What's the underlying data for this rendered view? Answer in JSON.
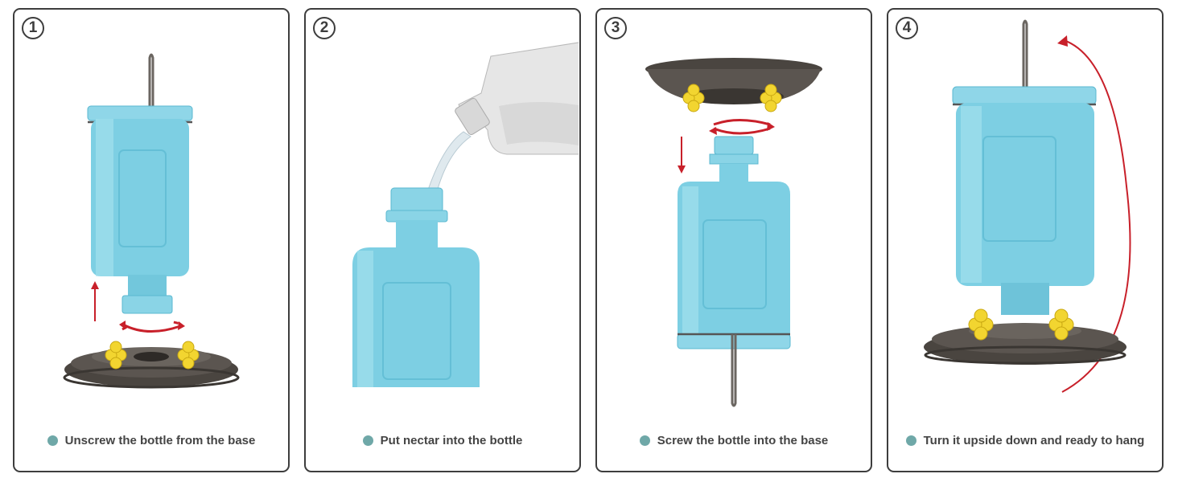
{
  "steps": [
    {
      "number": "1",
      "caption": "Unscrew the bottle from the base"
    },
    {
      "number": "2",
      "caption": "Put nectar into the bottle"
    },
    {
      "number": "3",
      "caption": "Screw the bottle into the base"
    },
    {
      "number": "4",
      "caption": "Turn it upside down and ready to hang"
    }
  ],
  "colors": {
    "border": "#3d3d3d",
    "bottle": "#7dcfe3",
    "bottle_dark": "#5bb8d0",
    "base": "#4a4540",
    "flower": "#f2d530",
    "arrow": "#c8202a",
    "dot": "#6fa8a8"
  }
}
